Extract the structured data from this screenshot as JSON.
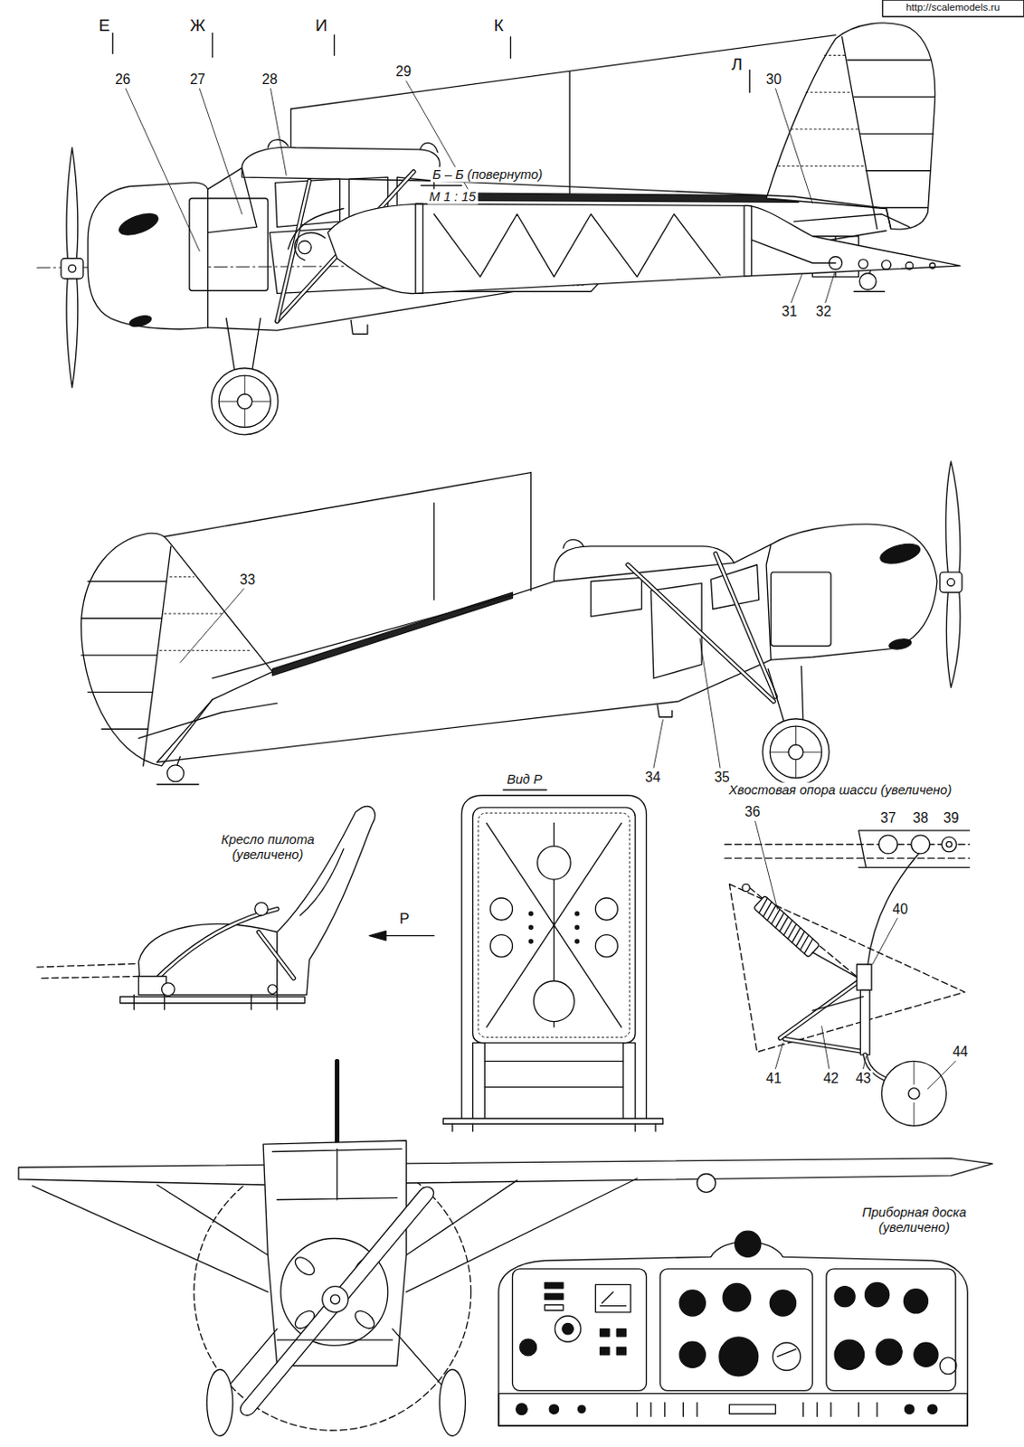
{
  "diagram": {
    "labels": [
      "http://scalemodels.ru",
      "Е",
      "Ж",
      "И",
      "К",
      "Л",
      "26",
      "27",
      "28",
      "29",
      "30",
      "31",
      "32",
      "Б – Б (повернуто)",
      "М 1 : 15",
      "33",
      "34",
      "35",
      "Вид Р",
      "Кресло пилота (увеличено)",
      "Р",
      "Хвостовая опора шасси (увеличено)",
      "36",
      "37",
      "38",
      "39",
      "40",
      "41",
      "42",
      "43",
      "44",
      "Приборная доска (увеличено)"
    ]
  }
}
